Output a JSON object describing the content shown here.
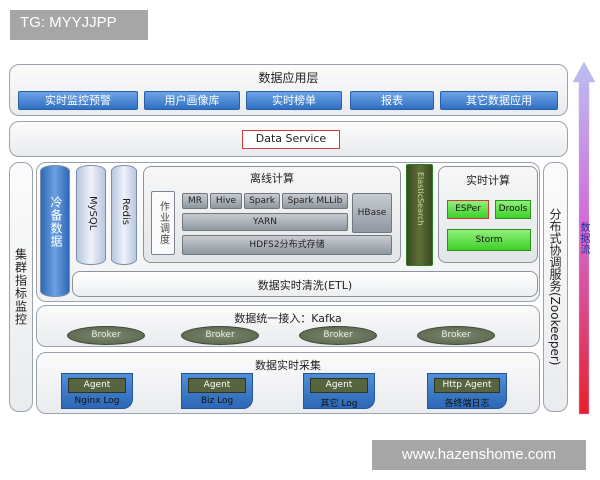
{
  "watermarks": {
    "top": "TG: MYYJJPP",
    "bottom": "www.hazenshome.com"
  },
  "data_app_layer": {
    "title": "数据应用层",
    "items": [
      "实时监控预警",
      "用户画像库",
      "实时榜单",
      "报表",
      "其它数据应用"
    ]
  },
  "data_service": "Data Service",
  "left_side": "集群指标监控",
  "right_side": "分布式协调服务(Zookeeper)",
  "data_flow": "数据流",
  "storage": {
    "cold": "冷备数据",
    "mysql": "MySQL",
    "redis": "Redis"
  },
  "offline": {
    "title": "离线计算",
    "scheduler": "作业调度",
    "components": [
      "MR",
      "Hive",
      "Spark",
      "Spark MLLib"
    ],
    "hbase": "HBase",
    "yarn": "YARN",
    "hdfs": "HDFS2分布式存储"
  },
  "elasticsearch": "ElasticSearch",
  "realtime": {
    "title": "实时计算",
    "esper": "ESPer",
    "drools": "Drools",
    "storm": "Storm"
  },
  "etl": "数据实时清洗(ETL)",
  "ingest": {
    "title": "数据统一接入：Kafka",
    "brokers": [
      "Broker",
      "Broker",
      "Broker",
      "Broker"
    ]
  },
  "collect": {
    "title": "数据实时采集",
    "agents": [
      {
        "agent": "Agent",
        "log": "Nginx Log"
      },
      {
        "agent": "Agent",
        "log": "Biz Log"
      },
      {
        "agent": "Agent",
        "log": "其它 Log"
      },
      {
        "agent": "Http Agent",
        "log": "各终端日志"
      }
    ]
  }
}
